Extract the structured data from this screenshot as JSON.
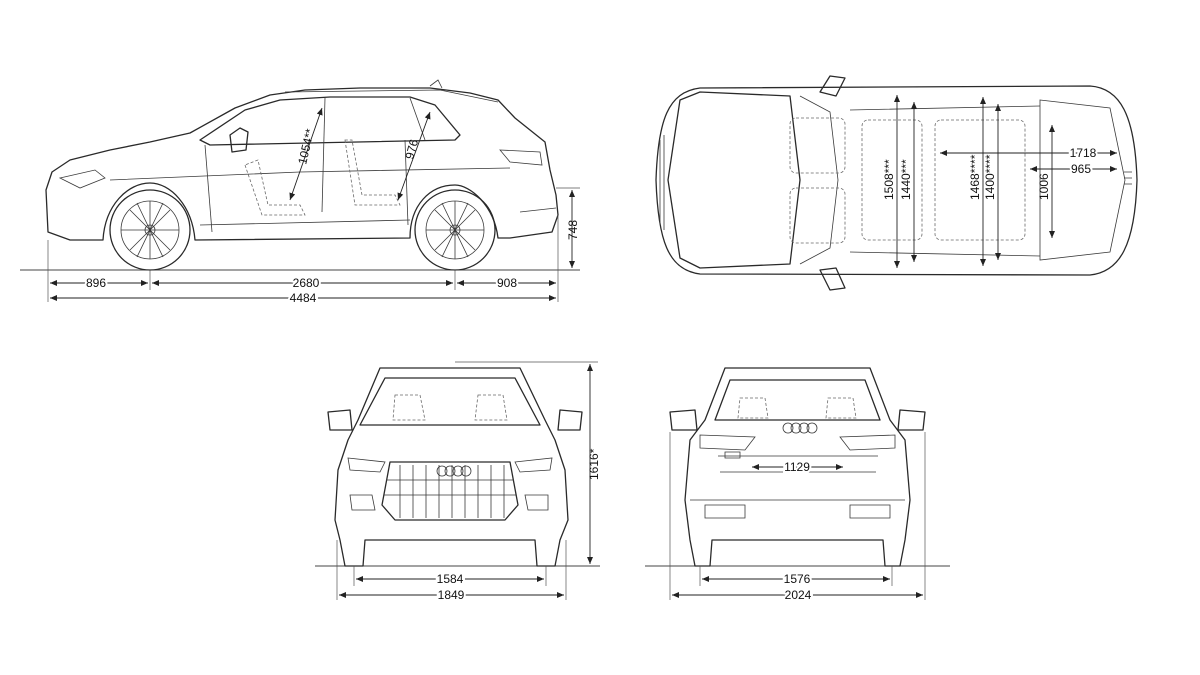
{
  "dimensions": {
    "side": {
      "front_overhang": "896",
      "wheelbase": "2680",
      "rear_overhang": "908",
      "overall_length": "4484",
      "height": "748",
      "front_headroom": "1054**",
      "rear_headroom": "976"
    },
    "top": {
      "loadspace_length": "1718",
      "loadspace_length_short": "965",
      "loadspace_width": "1006",
      "front_shoulder_width": "1508***",
      "front_elbow_width": "1440***",
      "rear_shoulder_width": "1468****",
      "rear_elbow_width": "1400****"
    },
    "front": {
      "vehicle_height": "1616*",
      "front_track": "1584",
      "body_width": "1849"
    },
    "rear": {
      "loading_width": "1129",
      "rear_track": "1576",
      "width_with_mirrors": "2024"
    }
  },
  "colors": {
    "line": "#2a2a2a",
    "background": "#ffffff"
  }
}
